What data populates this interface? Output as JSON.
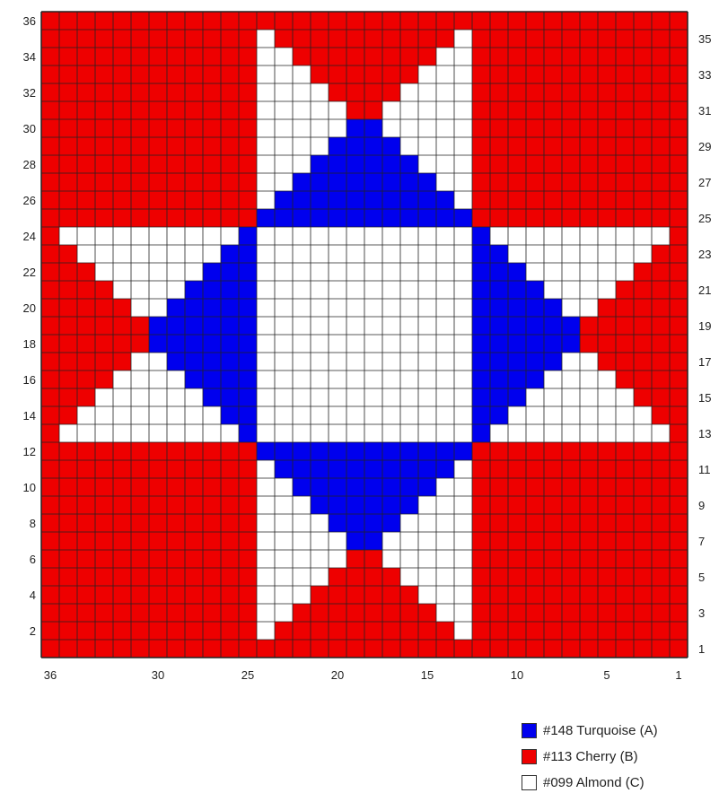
{
  "chart_data": {
    "type": "heatmap",
    "columns": 36,
    "rows": 36,
    "x_tick_labels": [
      "36",
      "30",
      "25",
      "20",
      "15",
      "10",
      "5",
      "1"
    ],
    "x_tick_columns": [
      36,
      30,
      25,
      20,
      15,
      10,
      5,
      1
    ],
    "left_row_labels": [
      "36",
      "34",
      "32",
      "30",
      "28",
      "26",
      "24",
      "22",
      "20",
      "18",
      "16",
      "14",
      "12",
      "10",
      "8",
      "6",
      "4",
      "2"
    ],
    "right_row_labels": [
      "35",
      "33",
      "31",
      "29",
      "27",
      "25",
      "23",
      "21",
      "19",
      "17",
      "15",
      "13",
      "11",
      "9",
      "7",
      "5",
      "3",
      "1"
    ],
    "cell_codes": "B = #113 Cherry, A = #148 Turquoise, C = #099 Almond; rows listed from row 36 (top) to row 1 (bottom), columns listed from 36 (left) to 1 (right)",
    "grid": [
      "BBBBBBBBBBBBBBBBBBBBBBBBBBBBBBBBBBBB",
      "BBBBBBBBBBBBCBBBBBBBBBBCBBBBBBBBBBBB",
      "BBBBBBBBBBBBCCBBBBBBBBCCBBBBBBBBBBBB",
      "BBBBBBBBBBBBCCCBBBBBBCCCBBBBBBBBBBBB",
      "BBBBBBBBBBBBCCCCBBBBCCCCBBBBBBBBBBBB",
      "BBBBBBBBBBBBCCCCCBBCCCCCBBBBBBBBBBBB",
      "BBBBBBBBBBBBCCCCCAACCCCCBBBBBBBBBBBB",
      "BBBBBBBBBBBBCCCCAAAACCCCBBBBBBBBBBBB",
      "BBBBBBBBBBBBCCCAAAAAACCCBBBBBBBBBBBB",
      "BBBBBBBBBBBBCCAAAAAAAACCBBBBBBBBBBBB",
      "BBBBBBBBBBBBCAAAAAAAAAACBBBBBBBBBBBB",
      "BBBBBBBBBBBBAAAAAAAAAAAABBBBBBBBBBBB",
      "BCCCCCCCCCCACCCCCCCCCCCCACCCCCCCCCCB",
      "BBCCCCCCCCAACCCCCCCCCCCCAACCCCCCCCBB",
      "BBBCCCCCCAAACCCCCCCCCCCCAAACCCCCCBBB",
      "BBBBCCCCAAAACCCCCCCCCCCCAAAACCCCBBBB",
      "BBBBBCCAAAAACCCCCCCCCCCCAAAAACCBBBBB",
      "BBBBBBAAAAAACCCCCCCCCCCCAAAAAABBBBBB",
      "BBBBBBAAAAAACCCCCCCCCCCCAAAAAABBBBBB",
      "BBBBBCCAAAAACCCCCCCCCCCCAAAAACCBBBBB",
      "BBBBCCCCAAAACCCCCCCCCCCCAAAACCCCBBBB",
      "BBBCCCCCCAAACCCCCCCCCCCCAAACCCCCCBBB",
      "BBCCCCCCCCAACCCCCCCCCCCCAACCCCCCCCBB",
      "BCCCCCCCCCCACCCCCCCCCCCCACCCCCCCCCCB",
      "BBBBBBBBBBBBAAAAAAAAAAAABBBBBBBBBBBB",
      "BBBBBBBBBBBBCAAAAAAAAAACBBBBBBBBBBBB",
      "BBBBBBBBBBBBCCAAAAAAAACCBBBBBBBBBBBB",
      "BBBBBBBBBBBBCCCAAAAAACCCBBBBBBBBBBBB",
      "BBBBBBBBBBBBCCCCAAAACCCCBBBBBBBBBBBB",
      "BBBBBBBBBBBBCCCCCAACCCCCBBBBBBBBBBBB",
      "BBBBBBBBBBBBCCCCCBBCCCCCBBBBBBBBBBBB",
      "BBBBBBBBBBBBCCCCBBBBCCCCBBBBBBBBBBBB",
      "BBBBBBBBBBBBCCCBBBBBBCCCBBBBBBBBBBBB",
      "BBBBBBBBBBBBCCBBBBBBBBCCBBBBBBBBBBBB",
      "BBBBBBBBBBBBCBBBBBBBBBBCBBBBBBBBBBBB",
      "BBBBBBBBBBBBBBBBBBBBBBBBBBBBBBBBBBBB"
    ],
    "legend": [
      {
        "code": "A",
        "label": "#148 Turquoise (A)",
        "color": "#0000ee"
      },
      {
        "code": "B",
        "label": "#113 Cherry (B)",
        "color": "#ee0000"
      },
      {
        "code": "C",
        "label": "#099 Almond (C)",
        "color": "#ffffff"
      }
    ],
    "grid_line_color": "#222222"
  }
}
